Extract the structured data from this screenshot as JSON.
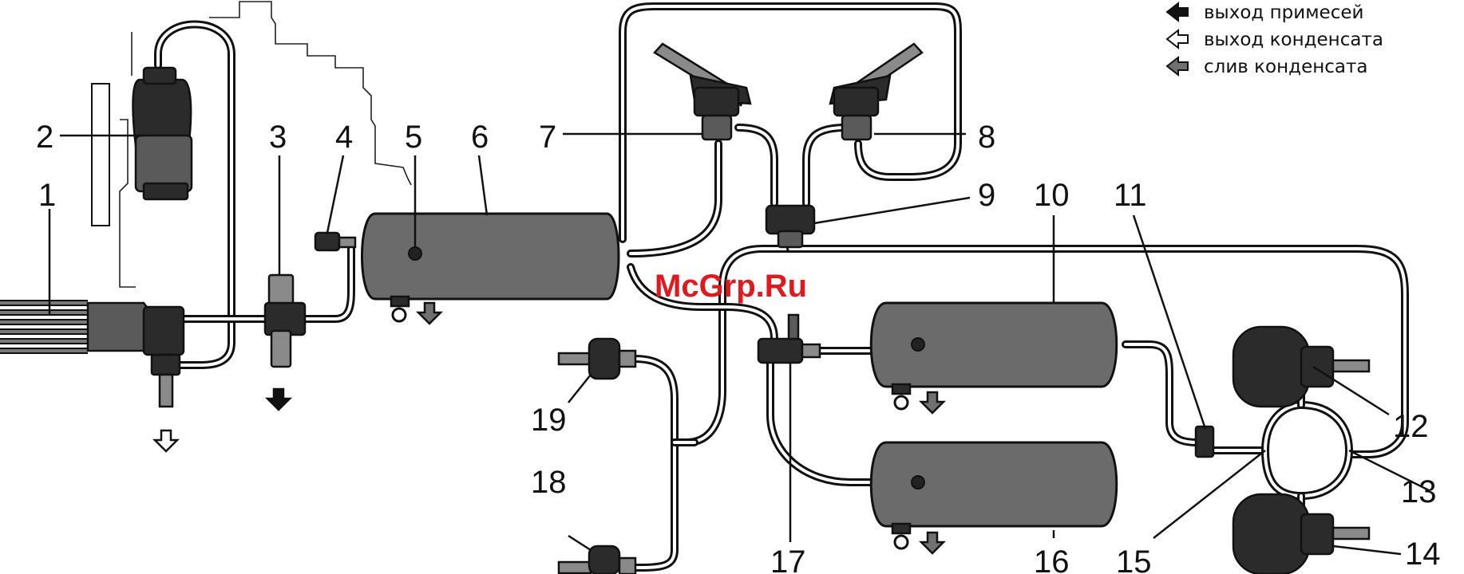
{
  "legend": [
    {
      "label": "выход примесей",
      "icon": "filled-arrow-left-icon",
      "color": "#111111"
    },
    {
      "label": "выход конденсата",
      "icon": "hollow-arrow-left-icon",
      "color": "#ffffff"
    },
    {
      "label": "слив конденсата",
      "icon": "gray-arrow-left-icon",
      "color": "#707070"
    }
  ],
  "labels": [
    "1",
    "2",
    "3",
    "4",
    "5",
    "6",
    "7",
    "8",
    "9",
    "10",
    "11",
    "12",
    "13",
    "14",
    "15",
    "16",
    "17",
    "18",
    "19"
  ],
  "watermark": "McGrp.Ru"
}
